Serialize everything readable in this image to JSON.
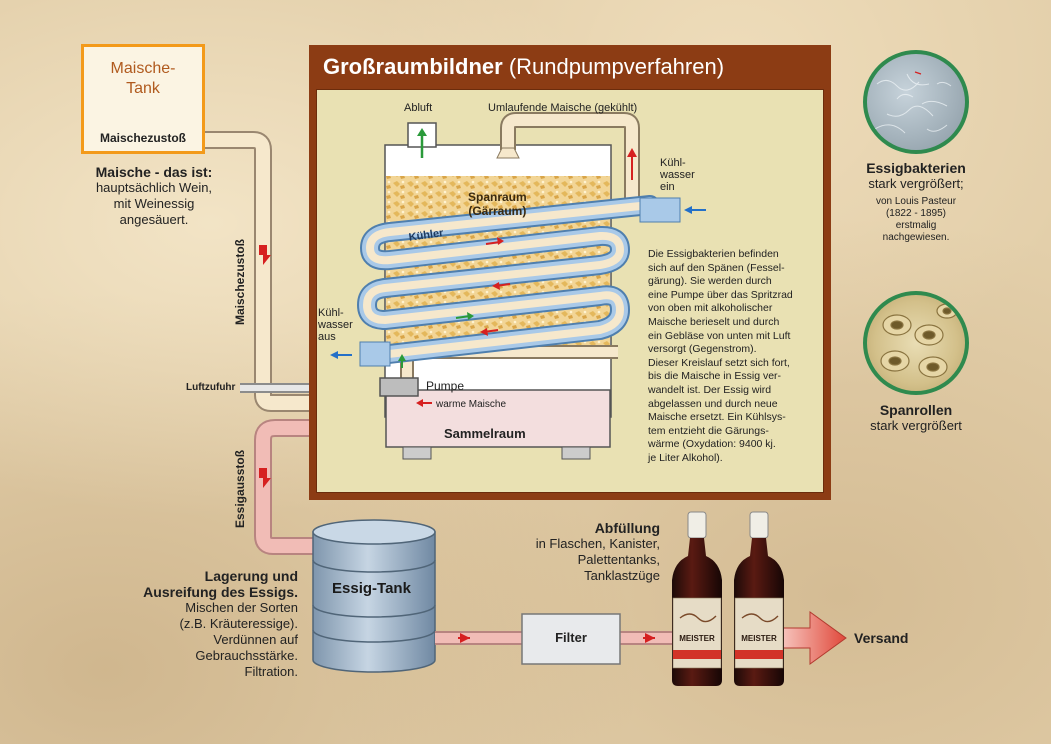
{
  "title": {
    "main": "Großraumbildner",
    "sub": "(Rundpumpverfahren)"
  },
  "maische_tank": {
    "title_line1": "Maische-",
    "title_line2": "Tank",
    "outlet": "Maischezustoß"
  },
  "maische_info": {
    "heading": "Maische - das ist:",
    "line1": "hauptsächlich Wein,",
    "line2": "mit Weinessig",
    "line3": "angesäuert."
  },
  "pipe_labels": {
    "maischezustoss": "Maischezustoß",
    "essigausstoss": "Essigausstoß",
    "luftzufuhr": "Luftzufuhr"
  },
  "diagram": {
    "abluft": "Abluft",
    "umlaufende": "Umlaufende Maische (gekühlt)",
    "kuehlwasser_ein_1": "Kühl-",
    "kuehlwasser_ein_2": "wasser",
    "kuehlwasser_ein_3": "ein",
    "kuehlwasser_aus_1": "Kühl-",
    "kuehlwasser_aus_2": "wasser",
    "kuehlwasser_aus_3": "aus",
    "spanraum_1": "Spanraum",
    "spanraum_2": "(Gärraum)",
    "kuehler": "Kühler",
    "pumpe": "Pumpe",
    "warme_maische": "warme Maische",
    "sammelraum": "Sammelraum"
  },
  "description": [
    "Die Essigbakterien befinden",
    "sich auf den Spänen (Fessel-",
    "gärung). Sie werden durch",
    "eine Pumpe über das Spritzrad",
    "von oben mit alkoholischer",
    "Maische berieselt und durch",
    "ein Gebläse von unten mit Luft",
    "versorgt (Gegenstrom).",
    "Dieser Kreislauf setzt sich fort,",
    "bis die Maische in Essig ver-",
    "wandelt ist. Der Essig wird",
    "abgelassen und durch neue",
    "Maische ersetzt. Ein Kühlsys-",
    "tem entzieht die Gärungs-",
    "wärme (Oxydation: 9400 kj.",
    "je Liter Alkohol)."
  ],
  "essigbakterien": {
    "title": "Essigbakterien",
    "subtitle": "stark vergrößert;",
    "note1": "von Louis Pasteur",
    "note2": "(1822 - 1895)",
    "note3": "erstmalig",
    "note4": "nachgewiesen."
  },
  "spanrollen": {
    "title": "Spanrollen",
    "subtitle": "stark vergrößert"
  },
  "essig_tank": {
    "label": "Essig-Tank"
  },
  "lagerung": {
    "title1": "Lagerung und",
    "title2": "Ausreifung des Essigs.",
    "lines": [
      "Mischen der Sorten",
      "(z.B. Kräuteressige).",
      "Verdünnen auf",
      "Gebrauchsstärke.",
      "Filtration."
    ]
  },
  "filter": {
    "label": "Filter"
  },
  "abfuellung": {
    "title": "Abfüllung",
    "lines": [
      "in Flaschen, Kanister,",
      "Palettentanks,",
      "Tanklastzüge"
    ]
  },
  "bottle_label": "MEISTER",
  "versand": "Versand",
  "colors": {
    "panel_brown": "#8c3c14",
    "orange_border": "#f39a1a",
    "pipe_cream": "#f6e8cc",
    "pipe_pink": "#f1bcb6",
    "cooler_blue": "#a9c9e8",
    "arrow_red": "#d62020",
    "arrow_green": "#2a9a3a",
    "arrow_blue": "#2470c8",
    "tank_steel": "#9fb4c9"
  }
}
